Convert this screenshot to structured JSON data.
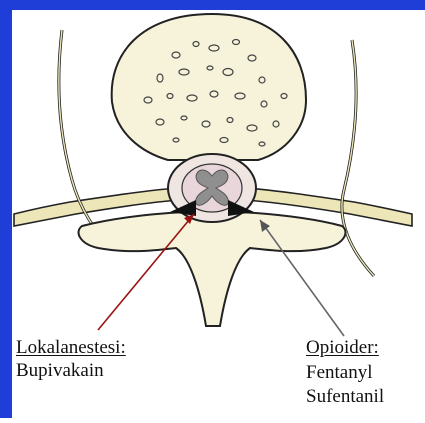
{
  "colors": {
    "frame": "#1f3ed8",
    "bone_fill": "#f6f3da",
    "outline": "#222222",
    "nerve_fill": "#ece6b8",
    "cord_fill": "#e8d6da",
    "grey_matter": "#8f8f8f",
    "arrow_red": "#9b1212",
    "arrow_grey": "#666666"
  },
  "labels": {
    "left_heading": "Lokalanestesi:",
    "left_drug": "Bupivakain",
    "right_heading": "Opioider:",
    "right_drug_1": "Fentanyl",
    "right_drug_2": "Sufentanil"
  },
  "icons": {
    "left_arrow": "arrow-icon",
    "right_arrow": "arrow-icon"
  }
}
